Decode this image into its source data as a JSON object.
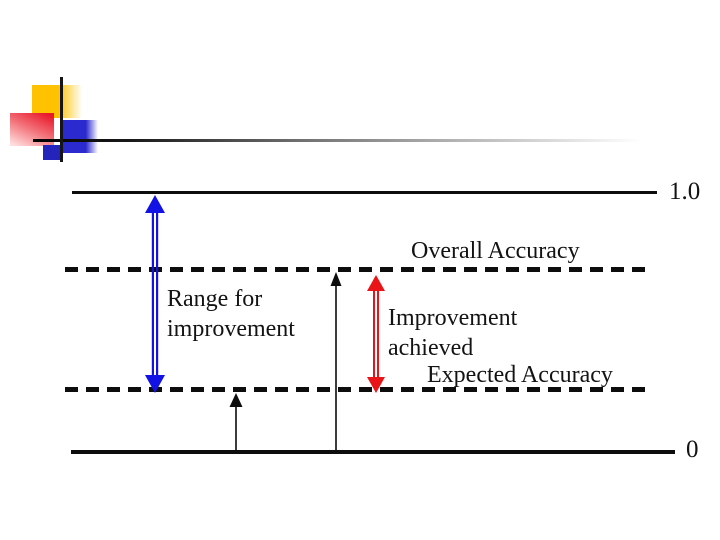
{
  "colors": {
    "background": "#ffffff",
    "line-color": "#0d0d0d",
    "range-arrow-color": "#1212e4",
    "improvement-arrow-color": "#e91418",
    "deco-yellow": "#ffc200",
    "deco-red": "#e8192c",
    "deco-blue": "#2a2ace",
    "deco-navy": "#2424bd"
  },
  "diagram": {
    "top_value": "1.0",
    "bottom_value": "0",
    "overall_label": "Overall Accuracy",
    "expected_label": "Expected Accuracy",
    "range_label": "Range for improvement",
    "improvement_label": "Improvement achieved"
  }
}
